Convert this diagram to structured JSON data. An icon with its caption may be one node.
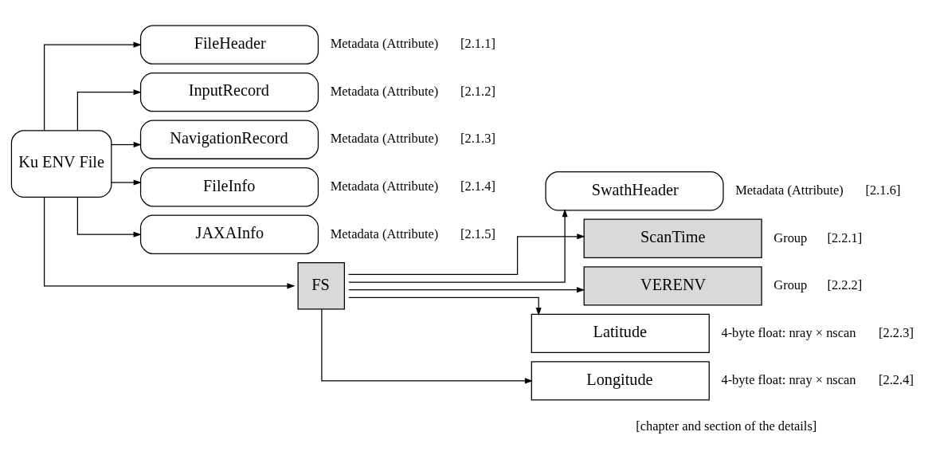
{
  "diagram": {
    "nodes": [
      {
        "text": [
          "Ku ENV File"
        ]
      },
      {
        "text": [
          "FileHeader"
        ],
        "beside": [
          "Metadata (Attribute)",
          "[2.1.1]"
        ]
      },
      {
        "text": [
          "InputRecord"
        ],
        "beside": [
          "Metadata (Attribute)",
          "[2.1.2]"
        ]
      },
      {
        "text": [
          "NavigationRecord"
        ],
        "beside": [
          "Metadata (Attribute)",
          "[2.1.3]"
        ]
      },
      {
        "text": [
          "FileInfo"
        ],
        "beside": [
          "Metadata (Attribute)",
          "[2.1.4]"
        ]
      },
      {
        "text": [
          "JAXAInfo"
        ],
        "beside": [
          "Metadata (Attribute)",
          "[2.1.5]"
        ]
      },
      {
        "text": [
          "FS"
        ]
      },
      {
        "text": [
          "SwathHeader"
        ],
        "beside": [
          "Metadata (Attribute)",
          "[2.1.6]"
        ]
      },
      {
        "text": [
          "ScanTime"
        ],
        "beside": [
          "Group",
          "[2.2.1]"
        ]
      },
      {
        "text": [
          "VERENV"
        ],
        "beside": [
          "Group",
          "[2.2.2]"
        ]
      },
      {
        "text": [
          "Latitude"
        ],
        "beside": [
          "4-byte float: nray × nscan",
          "[2.2.3]"
        ]
      },
      {
        "text": [
          "Longitude"
        ],
        "beside": [
          "4-byte float: nray × nscan",
          "[2.2.4]"
        ]
      }
    ],
    "edges": [
      {
        "from": 0,
        "to": 1,
        "arrow": "to"
      },
      {
        "from": 0,
        "to": 2,
        "arrow": "to"
      },
      {
        "from": 0,
        "to": 3,
        "arrow": "to"
      },
      {
        "from": 0,
        "to": 4,
        "arrow": "to"
      },
      {
        "from": 0,
        "to": 5,
        "arrow": "to"
      },
      {
        "from": 0,
        "to": 6,
        "arrow": "to"
      },
      {
        "from": 6,
        "to": 7,
        "arrow": "to"
      },
      {
        "from": 6,
        "to": 8,
        "arrow": "to"
      },
      {
        "from": 6,
        "to": 9,
        "arrow": "to"
      },
      {
        "from": 6,
        "to": 10,
        "arrow": "to"
      },
      {
        "from": 6,
        "to": 11,
        "arrow": "to"
      }
    ],
    "labels": [
      "[chapter and section of the details]"
    ]
  }
}
